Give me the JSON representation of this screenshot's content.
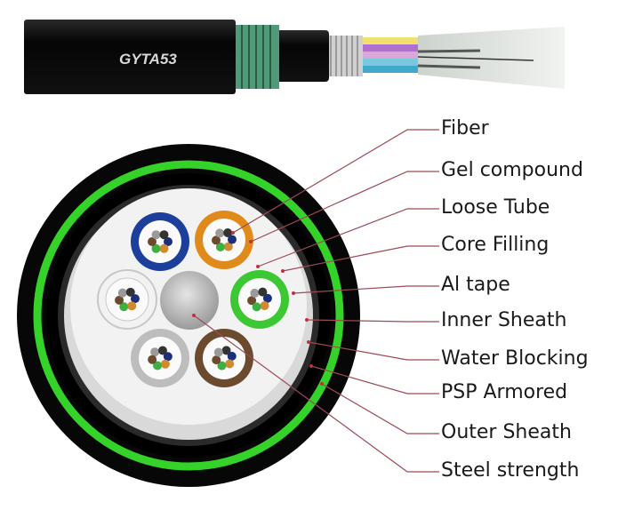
{
  "cable": {
    "model_text": "GYTA53"
  },
  "labels": [
    "Fiber",
    "Gel compound",
    "Loose Tube",
    "Core Filling",
    "Al tape",
    "Inner Sheath",
    "Water Blocking",
    "PSP Armored",
    "Outer Sheath",
    "Steel strength"
  ],
  "colors": {
    "outer_sheath": "#0a0a0a",
    "green_ring": "#35d22a",
    "leader": "#9c4a55",
    "tubes": [
      "#1c3f9c",
      "#e08a1c",
      "#f2f2f2",
      "#3cc832",
      "#bdbdbd",
      "#6b4a2e"
    ]
  }
}
